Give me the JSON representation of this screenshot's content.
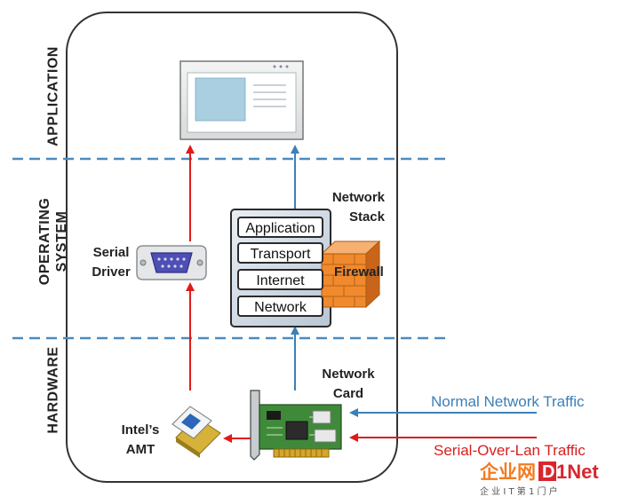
{
  "layers": {
    "application": "APPLICATION",
    "operating_system_line1": "OPERATING",
    "operating_system_line2": "SYSTEM",
    "hardware": "HARDWARE"
  },
  "components": {
    "serial_driver_line1": "Serial",
    "serial_driver_line2": "Driver",
    "network_stack_line1": "Network",
    "network_stack_line2": "Stack",
    "firewall": "Firewall",
    "network_card_line1": "Network",
    "network_card_line2": "Card",
    "amt_line1": "Intel’s",
    "amt_line2": "AMT"
  },
  "stack_layers": [
    "Application",
    "Transport",
    "Internet",
    "Network"
  ],
  "traffic": {
    "normal": "Normal Network Traffic",
    "serial": "Serial-Over-Lan Traffic"
  },
  "colors": {
    "red_path": "#e0191b",
    "blue_path": "#3d7fb7",
    "dashed_divider": "#4a8bbf",
    "normal_traffic_text": "#3d7fb7",
    "serial_traffic_text": "#d81e1e",
    "firewall": "#f08a2c"
  },
  "watermark": {
    "brand_cn": "企业网",
    "brand_en": "D1Net",
    "tagline": "企 业 I T 第 1 门 户"
  }
}
